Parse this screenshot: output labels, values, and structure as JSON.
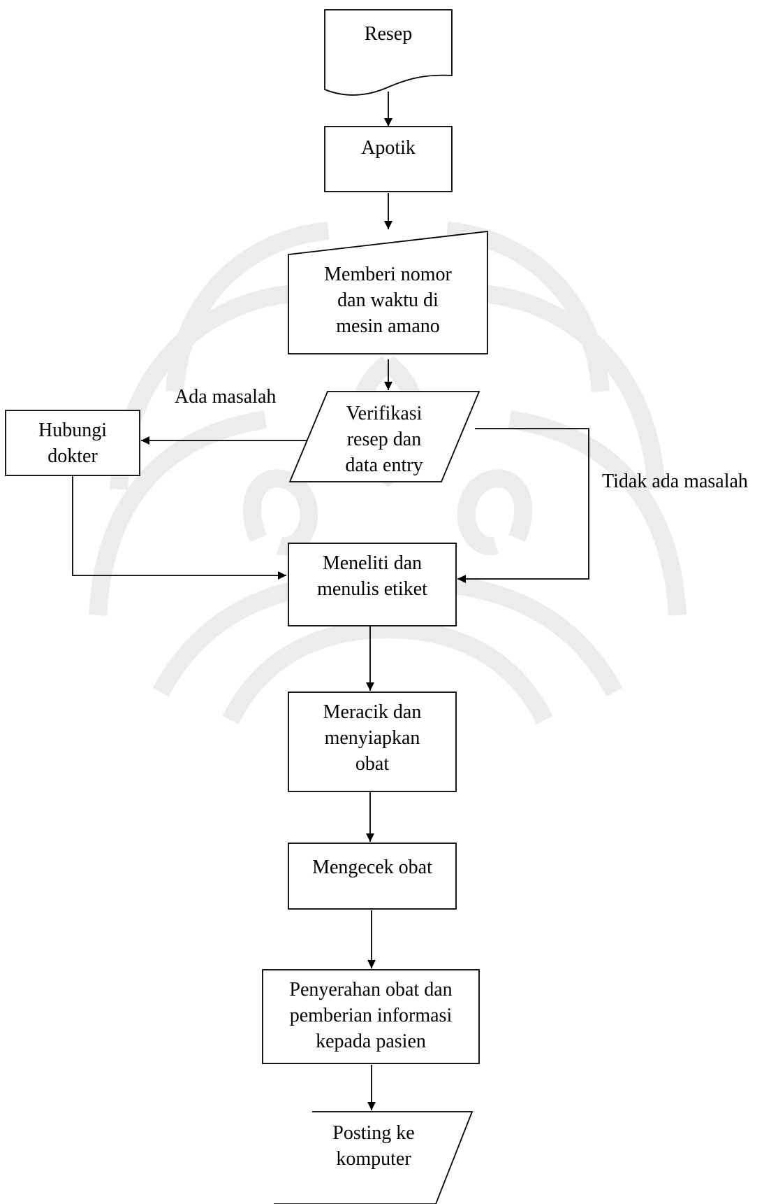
{
  "nodes": {
    "resep": "Resep",
    "apotik": "Apotik",
    "memberi": [
      "Memberi nomor",
      "dan waktu di",
      "mesin amano"
    ],
    "verifikasi": [
      "Verifikasi",
      "resep dan",
      "data entry"
    ],
    "hubungi": [
      "Hubungi",
      "dokter"
    ],
    "meneliti": [
      "Meneliti dan",
      "menulis etiket"
    ],
    "meracik": [
      "Meracik dan",
      "menyiapkan",
      "obat"
    ],
    "mengecek": "Mengecek obat",
    "penyerahan": [
      "Penyerahan obat dan",
      "pemberian informasi",
      "kepada pasien"
    ],
    "posting": [
      "Posting ke",
      "komputer"
    ]
  },
  "edge_labels": {
    "ada_masalah": "Ada masalah",
    "tidak_ada_masalah": "Tidak ada masalah"
  },
  "colors": {
    "stroke": "#000000",
    "watermark": "#ececec"
  }
}
